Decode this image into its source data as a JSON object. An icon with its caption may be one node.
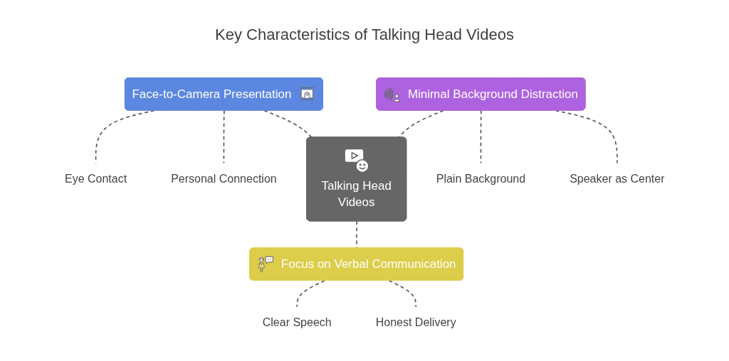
{
  "diagram": {
    "title": "Key Characteristics of Talking Head Videos",
    "nodes": [
      {
        "text": [
          "Face-to-Camera Presentation"
        ]
      },
      {
        "text": [
          "Eye Contact"
        ]
      },
      {
        "text": [
          "Personal Connection"
        ]
      },
      {
        "text": [
          "Talking Head Videos"
        ]
      },
      {
        "text": [
          "Minimal Background Distraction"
        ]
      },
      {
        "text": [
          "Plain Background"
        ]
      },
      {
        "text": [
          "Speaker as Center"
        ]
      },
      {
        "text": [
          "Focus on Verbal Communication"
        ]
      },
      {
        "text": [
          "Clear Speech"
        ]
      },
      {
        "text": [
          "Honest Delivery"
        ]
      }
    ],
    "edges": [
      {
        "from": 0,
        "to": 3,
        "arrow": "none",
        "style": "dashed"
      },
      {
        "from": 4,
        "to": 3,
        "arrow": "none",
        "style": "dashed"
      },
      {
        "from": 3,
        "to": 7,
        "arrow": "none",
        "style": "dashed"
      },
      {
        "from": 0,
        "to": 1,
        "arrow": "none",
        "style": "dashed"
      },
      {
        "from": 0,
        "to": 2,
        "arrow": "none",
        "style": "dashed"
      },
      {
        "from": 4,
        "to": 5,
        "arrow": "none",
        "style": "dashed"
      },
      {
        "from": 4,
        "to": 6,
        "arrow": "none",
        "style": "dashed"
      },
      {
        "from": 7,
        "to": 8,
        "arrow": "none",
        "style": "dashed"
      },
      {
        "from": 7,
        "to": 9,
        "arrow": "none",
        "style": "dashed"
      }
    ]
  }
}
